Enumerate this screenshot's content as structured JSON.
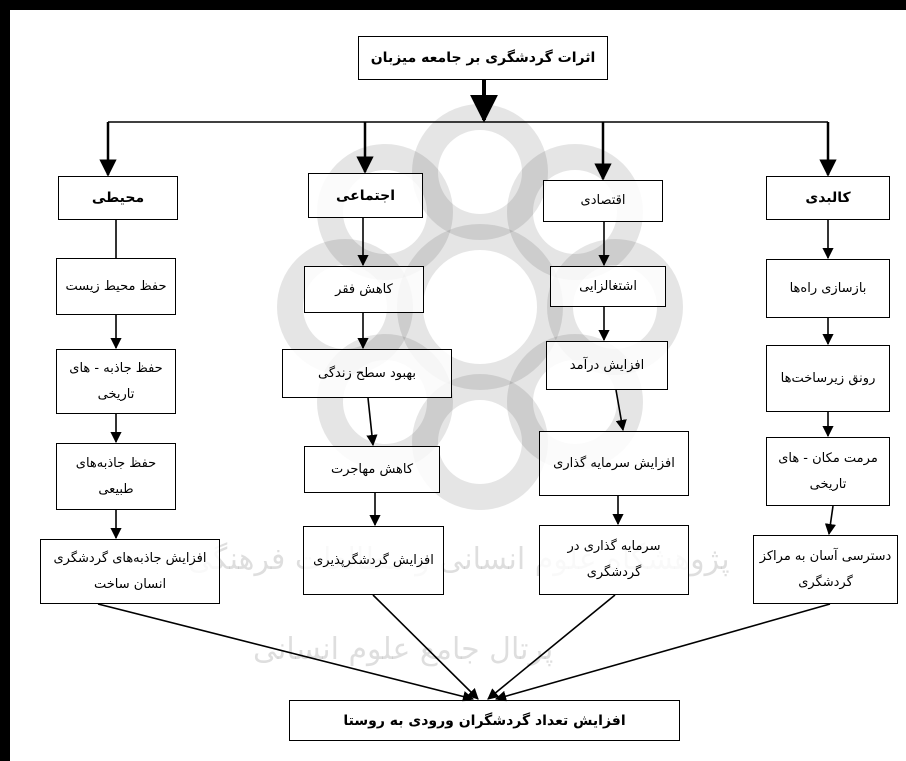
{
  "diagram": {
    "root": "اثرات گردشگری بر جامعه میزبان",
    "sink": "افزایش تعداد گردشگران ورودی به روستا",
    "categories": [
      {
        "key": "physical",
        "title": "کالبدی",
        "items": [
          "بازسازی راه‌ها",
          "رونق زیرساخت‌ها",
          "مرمت مکان‌ - های تاریخی",
          "دسترسی آسان به مراکز گردشگری"
        ]
      },
      {
        "key": "economic",
        "title": "اقتصادی",
        "items": [
          "اشتغالزایی",
          "افزایش درآمد",
          "افزایش سرمایه گذاری",
          "سرمایه گذاری در گردشگری"
        ]
      },
      {
        "key": "social",
        "title": "اجتماعی",
        "items": [
          "کاهش فقر",
          "بهبود سطح زندگی",
          "کاهش مهاجرت",
          "افزایش گردشگرپذیری"
        ]
      },
      {
        "key": "environmental",
        "title": "محیطی",
        "items": [
          "حفظ محیط زیست",
          "حفظ جاذبه - های تاریخی",
          "حفظ جاذبه‌های طبیعی",
          "افزایش جاذبه‌های گردشگری انسان ساخت"
        ]
      }
    ]
  },
  "watermark": {
    "line1": "پژوهشگاه علوم انسانی و مطالعات فرهنگی",
    "line2": "پرتال جامع علوم انسانی"
  }
}
